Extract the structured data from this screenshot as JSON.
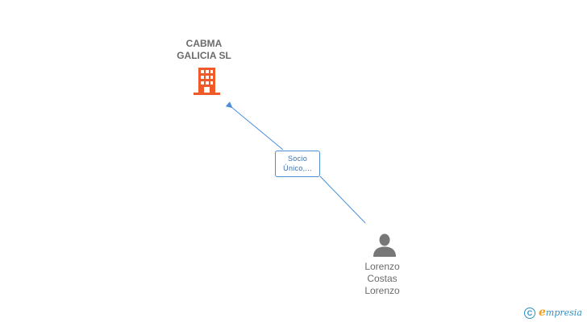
{
  "company": {
    "name_line1": "CABMA",
    "name_line2": "GALICIA SL",
    "icon": "building-icon",
    "icon_color": "#f05a28"
  },
  "relation": {
    "label_line1": "Socio",
    "label_line2": "Único,...",
    "line_color": "#4a8fd8"
  },
  "person": {
    "name_line1": "Lorenzo",
    "name_line2": "Costas",
    "name_line3": "Lorenzo",
    "icon": "person-icon",
    "icon_color": "#777777"
  },
  "brand": {
    "copyright_symbol": "C",
    "first_letter": "e",
    "rest": "mpresia"
  }
}
